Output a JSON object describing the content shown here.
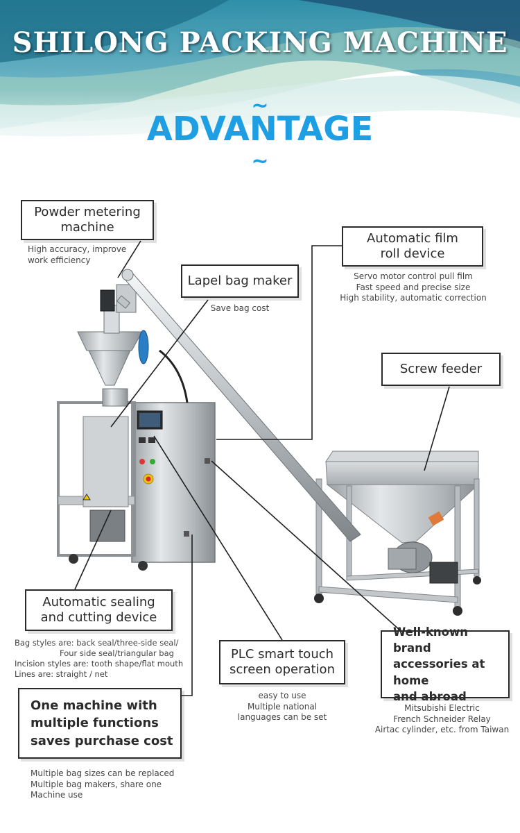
{
  "header": {
    "title": "SHILONG PACKING MACHINE",
    "section_title": "ADVANTAGE",
    "tilde_top": "~",
    "tilde_bottom": "~"
  },
  "colors": {
    "accent_blue": "#1e9fe3",
    "box_border": "#2a2a2a",
    "header_teal": "#3a9fb5"
  },
  "features": {
    "powder_metering": {
      "title_lines": [
        "Powder metering",
        "machine"
      ],
      "desc_lines": [
        "High accuracy, improve",
        "work efficiency"
      ]
    },
    "lapel_bag_maker": {
      "title": "Lapel bag maker",
      "desc_lines": [
        "Save bag cost"
      ]
    },
    "film_roll": {
      "title_lines": [
        "Automatic film",
        "roll device"
      ],
      "desc_lines": [
        "Servo motor control pull film",
        "Fast speed and precise size",
        "High stability, automatic correction"
      ]
    },
    "screw_feeder": {
      "title": "Screw feeder"
    },
    "sealing_cutting": {
      "title_lines": [
        "Automatic sealing",
        "and cutting device"
      ],
      "desc_lines": [
        "Bag styles are: back seal/three-side seal/",
        "Four side seal/triangular bag",
        "Incision styles are: tooth shape/flat mouth",
        "Lines are: straight / net"
      ]
    },
    "plc_touch": {
      "title_lines": [
        "PLC smart touch",
        "screen operation"
      ],
      "desc_lines": [
        "easy to use",
        "Multiple national",
        "languages can be set"
      ]
    },
    "brand_accessories": {
      "title_lines": [
        "Well-known brand",
        "accessories at home",
        "and abroad"
      ],
      "desc_lines": [
        "Mitsubishi Electric",
        "French Schneider Relay",
        "Airtac cylinder, etc. from Taiwan"
      ]
    },
    "multi_function": {
      "title_lines": [
        "One machine with",
        "multiple functions",
        "saves purchase cost"
      ],
      "desc_lines": [
        "Multiple bag sizes can be replaced",
        "Multiple bag makers, share one",
        "Machine use"
      ]
    }
  }
}
